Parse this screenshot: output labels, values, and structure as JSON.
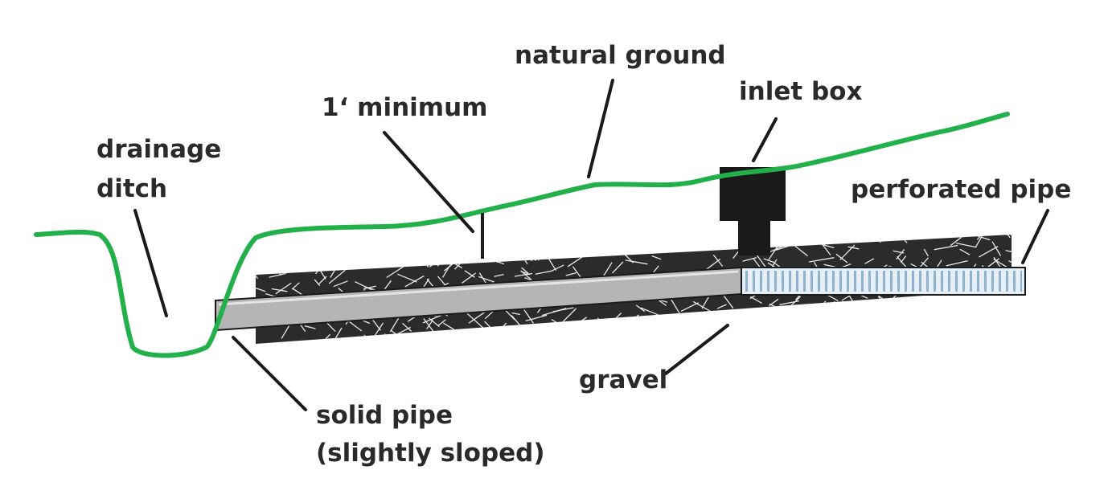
{
  "labels": {
    "drainage_ditch_line1": "drainage",
    "drainage_ditch_line2": "ditch",
    "minimum": "1‘ minimum",
    "natural_ground": "natural ground",
    "inlet_box": "inlet box",
    "perforated_pipe": "perforated pipe",
    "gravel": "gravel",
    "solid_pipe_line1": "solid pipe",
    "solid_pipe_line2": "(slightly sloped)"
  },
  "colors": {
    "ground": "#22b04b",
    "solid_pipe": "#b5b5b5",
    "perforated_pipe": "#dfe8f0",
    "perforation_stripes": "#8fb2cf",
    "inlet_box": "#1a1a1a",
    "gravel_fill": "#2b2b2b",
    "leader_lines": "#1a1a1a"
  }
}
